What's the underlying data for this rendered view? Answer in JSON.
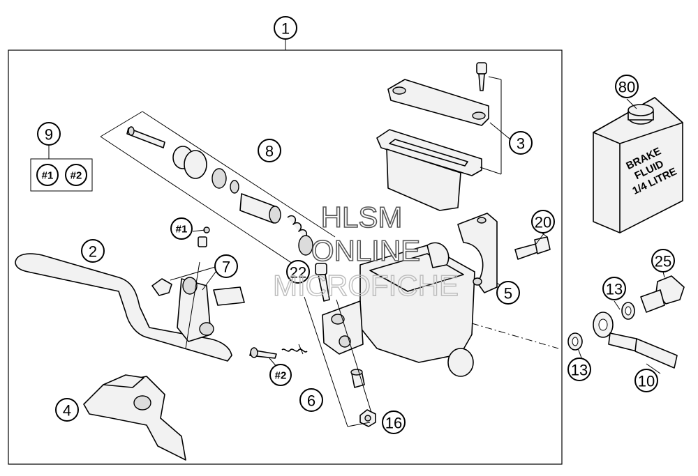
{
  "callouts": {
    "c1": "1",
    "c2": "2",
    "c3": "3",
    "c4": "4",
    "c5": "5",
    "c6": "6",
    "c7": "7",
    "c8": "8",
    "c9": "9",
    "c10": "10",
    "c13a": "13",
    "c13b": "13",
    "c16": "16",
    "c20": "20",
    "c22": "22",
    "c25": "25",
    "c80": "80",
    "k1a": "#1",
    "k2a": "#2",
    "k1b": "#1",
    "k2b": "#2"
  },
  "bottle_label": {
    "line1": "BRAKE",
    "line2": "FLUID",
    "line3": "1/4 LITRE"
  },
  "watermark": {
    "line1": "HLSM",
    "line2": "ONLINE",
    "line3": "MICROFICHE"
  }
}
